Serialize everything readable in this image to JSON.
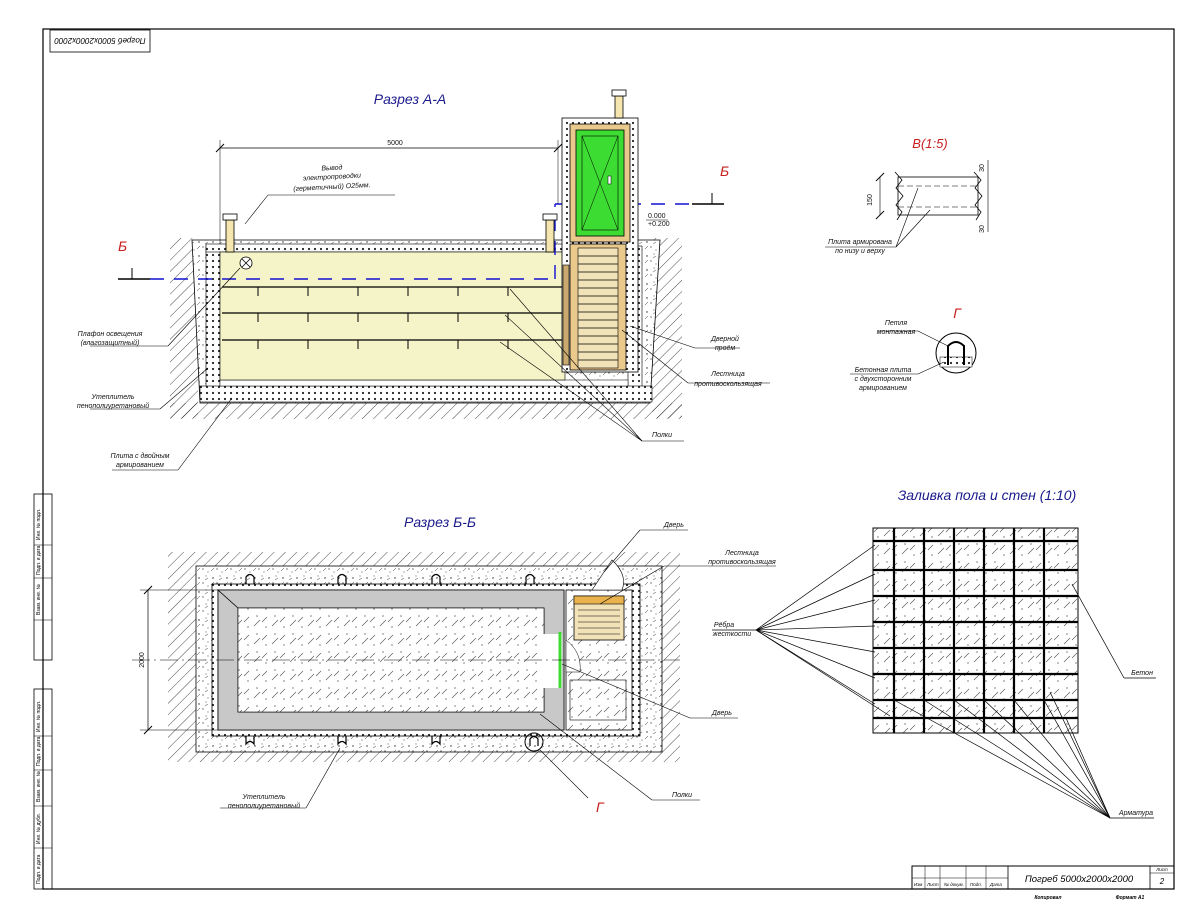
{
  "stamp_top": "Погреб 5000x2000x2000",
  "section_aa": {
    "title": "Разрез А-А",
    "dim_length": "5000",
    "cut_mark_left": "Б",
    "cut_mark_right": "Б",
    "level_mark_a": "0.000",
    "level_mark_b": "+0.200",
    "notes": {
      "electrical_1": "Вывод",
      "electrical_2": "электропроводки",
      "electrical_3": "(герметичный) О25мм.",
      "lamp_1": "Плафон освещения",
      "lamp_2": "(влагозащитный)",
      "insulation_1": "Утеплитель",
      "insulation_2": "пенополиуретановый",
      "slab_1": "Плита с двойным",
      "slab_2": "армированием",
      "door_1": "Дверной",
      "door_2": "проём",
      "stairs_1": "Лестница",
      "stairs_2": "противоскользящая",
      "shelves": "Полки"
    }
  },
  "detail_v": {
    "title": "В(1:5)",
    "dim_top": "30",
    "dim_mid": "150",
    "dim_bot": "30",
    "note_1": "Плита армирована",
    "note_2": "по низу и верху"
  },
  "detail_g": {
    "title": "Г",
    "loop_1": "Петля",
    "loop_2": "монтажная",
    "slab_1": "Бетонная плита",
    "slab_2": "с двухсторонним",
    "slab_3": "армированием"
  },
  "section_bb": {
    "title": "Разрез Б-Б",
    "dim_width": "2000",
    "mark_g": "Г",
    "notes": {
      "door_top": "Дверь",
      "stairs_1": "Лестница",
      "stairs_2": "противоскользящая",
      "door_bottom": "Дверь",
      "shelves": "Полки",
      "insulation_1": "Утеплитель",
      "insulation_2": "пенополиуретановый"
    }
  },
  "pour_detail": {
    "title": "Заливка пола и стен (1:10)",
    "ribs_1": "Рёбра",
    "ribs_2": "жесткости",
    "concrete": "Бетон",
    "rebar": "Арматура"
  },
  "title_block": {
    "name": "Погреб 5000x2000x2000",
    "sheet_label": "Лист",
    "sheet_no": "2",
    "copied": "Копировал",
    "format": "Формат А1",
    "cols": [
      "Изм",
      "Лист",
      "№ докум.",
      "Подп.",
      "Дата"
    ]
  },
  "side_stamp": {
    "upper": [
      "Инв. № подл.",
      "Подп. и дата",
      "Взам. инв. №"
    ],
    "lower": [
      "Инв. № подл.",
      "Подп. и дата",
      "Взам. инв. №",
      "Инв. № дубл.",
      "Подп. и дата"
    ]
  },
  "colors": {
    "line": "#000000",
    "title_blue": "#1a1a8c",
    "mark_red": "#c81e1e",
    "fill_cream": "#f5f3c8",
    "door_green": "#3ddc32",
    "wood_tan": "#e9c98c",
    "cut_blue": "#1010d0"
  }
}
